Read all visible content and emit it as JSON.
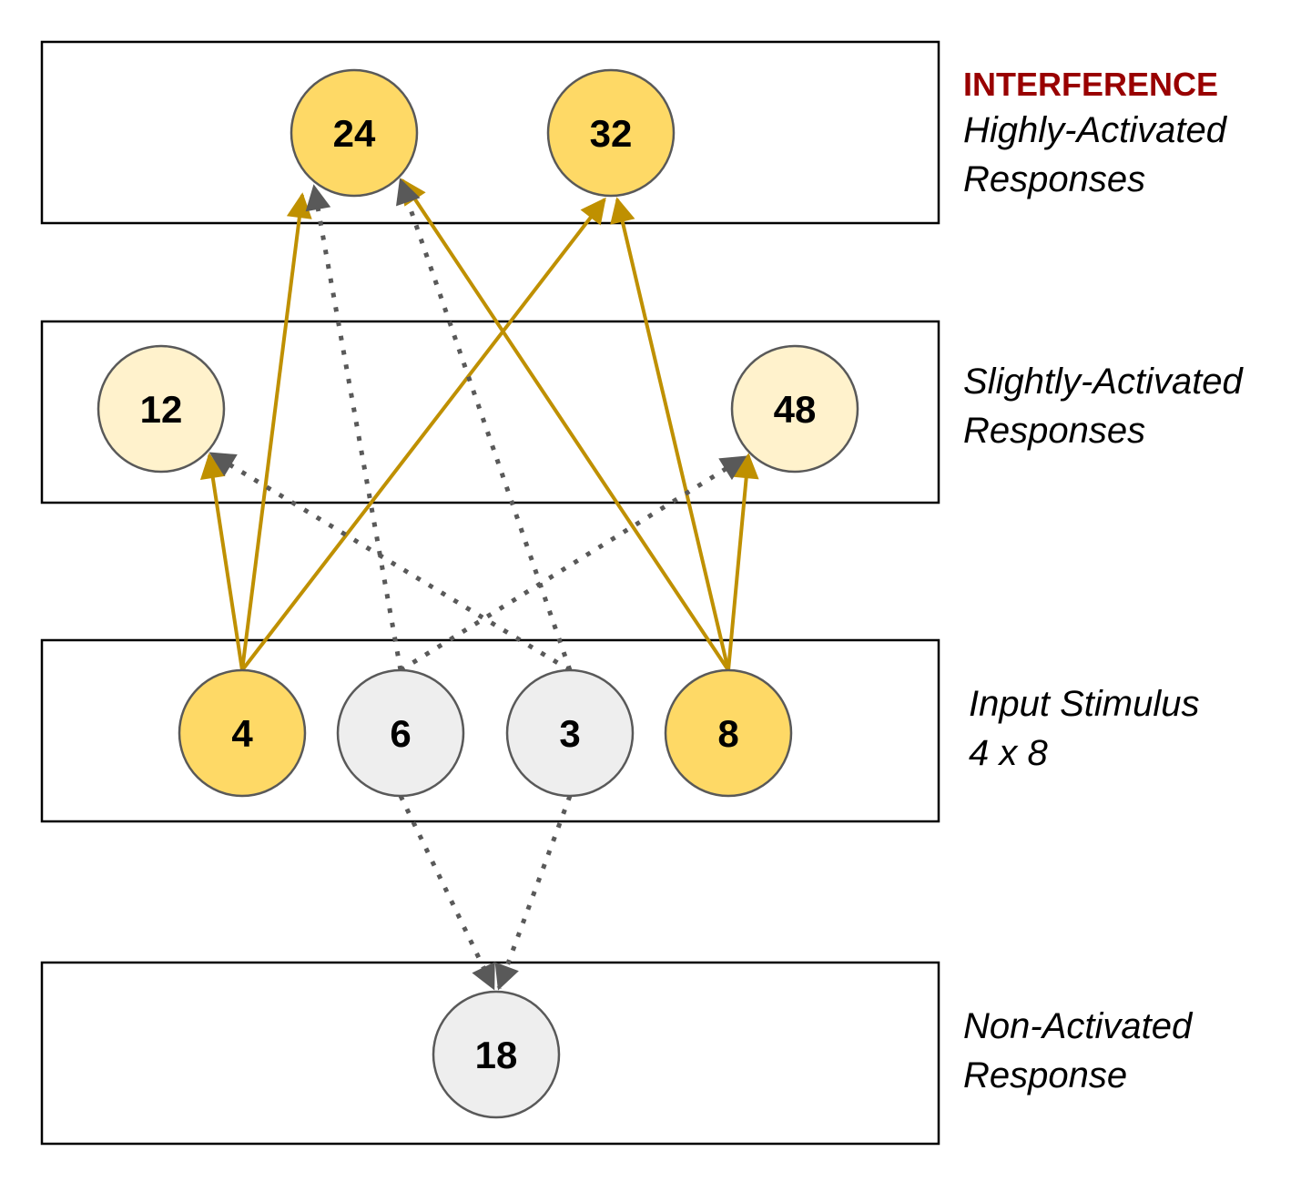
{
  "title": "INTERFERENCE",
  "colors": {
    "title": "#990000",
    "active_fill": "#fed966",
    "slight_fill": "#fff2cc",
    "inactive_fill": "#eeeeee",
    "node_stroke": "#595959",
    "active_edge": "#bf9000",
    "inactive_edge": "#595959"
  },
  "layers": [
    {
      "id": "highly",
      "label_lines": [
        "Highly-Activated",
        "Responses"
      ]
    },
    {
      "id": "slightly",
      "label_lines": [
        "Slightly-Activated",
        "Responses"
      ]
    },
    {
      "id": "input",
      "label_lines": [
        "Input Stimulus",
        "4 x 8"
      ]
    },
    {
      "id": "non",
      "label_lines": [
        "Non-Activated",
        "Response"
      ]
    }
  ],
  "nodes": [
    {
      "id": "n24",
      "label": "24",
      "layer": "highly",
      "state": "active"
    },
    {
      "id": "n32",
      "label": "32",
      "layer": "highly",
      "state": "active"
    },
    {
      "id": "n12",
      "label": "12",
      "layer": "slightly",
      "state": "slight"
    },
    {
      "id": "n48",
      "label": "48",
      "layer": "slightly",
      "state": "slight"
    },
    {
      "id": "n4",
      "label": "4",
      "layer": "input",
      "state": "active"
    },
    {
      "id": "n6",
      "label": "6",
      "layer": "input",
      "state": "inactive"
    },
    {
      "id": "n3",
      "label": "3",
      "layer": "input",
      "state": "inactive"
    },
    {
      "id": "n8",
      "label": "8",
      "layer": "input",
      "state": "active"
    },
    {
      "id": "n18",
      "label": "18",
      "layer": "non",
      "state": "inactive"
    }
  ],
  "edges": [
    {
      "from": "n4",
      "to": "n24",
      "style": "solid"
    },
    {
      "from": "n4",
      "to": "n32",
      "style": "solid"
    },
    {
      "from": "n4",
      "to": "n12",
      "style": "solid"
    },
    {
      "from": "n8",
      "to": "n24",
      "style": "solid"
    },
    {
      "from": "n8",
      "to": "n32",
      "style": "solid"
    },
    {
      "from": "n8",
      "to": "n48",
      "style": "solid"
    },
    {
      "from": "n6",
      "to": "n24",
      "style": "dotted"
    },
    {
      "from": "n6",
      "to": "n48",
      "style": "dotted"
    },
    {
      "from": "n6",
      "to": "n18",
      "style": "dotted"
    },
    {
      "from": "n3",
      "to": "n24",
      "style": "dotted"
    },
    {
      "from": "n3",
      "to": "n12",
      "style": "dotted"
    },
    {
      "from": "n3",
      "to": "n18",
      "style": "dotted"
    }
  ]
}
